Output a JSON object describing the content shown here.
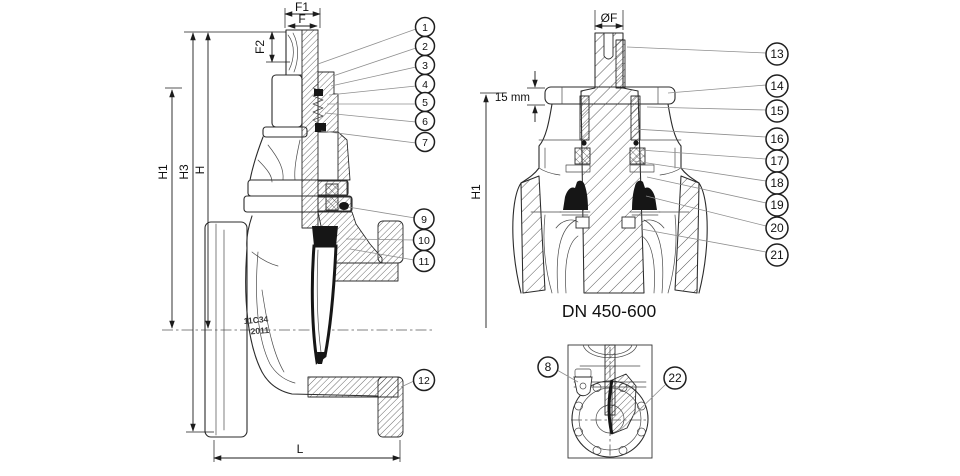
{
  "figure": {
    "background_color": "#ffffff",
    "line_color": "#2b2b2b",
    "leader_color": "#8f8f8f"
  },
  "left_view": {
    "dimensions": {
      "f1": "F1",
      "f": "F",
      "f2": "F2",
      "h1": "H1",
      "h3": "H3",
      "h": "H",
      "l": "L"
    },
    "casting_mark": {
      "line1": "11C34",
      "line2": "2011"
    },
    "callouts": [
      "1",
      "2",
      "3",
      "4",
      "5",
      "6",
      "7",
      "9",
      "10",
      "11",
      "12"
    ]
  },
  "right_view": {
    "dimensions": {
      "stem_diameter": "ØF",
      "collar_height": "15 mm",
      "height": "H1"
    },
    "caption": "DN 450-600",
    "callouts": [
      "13",
      "14",
      "15",
      "16",
      "17",
      "18",
      "19",
      "20",
      "21"
    ]
  },
  "detail_view": {
    "callouts": [
      "8",
      "22"
    ]
  }
}
